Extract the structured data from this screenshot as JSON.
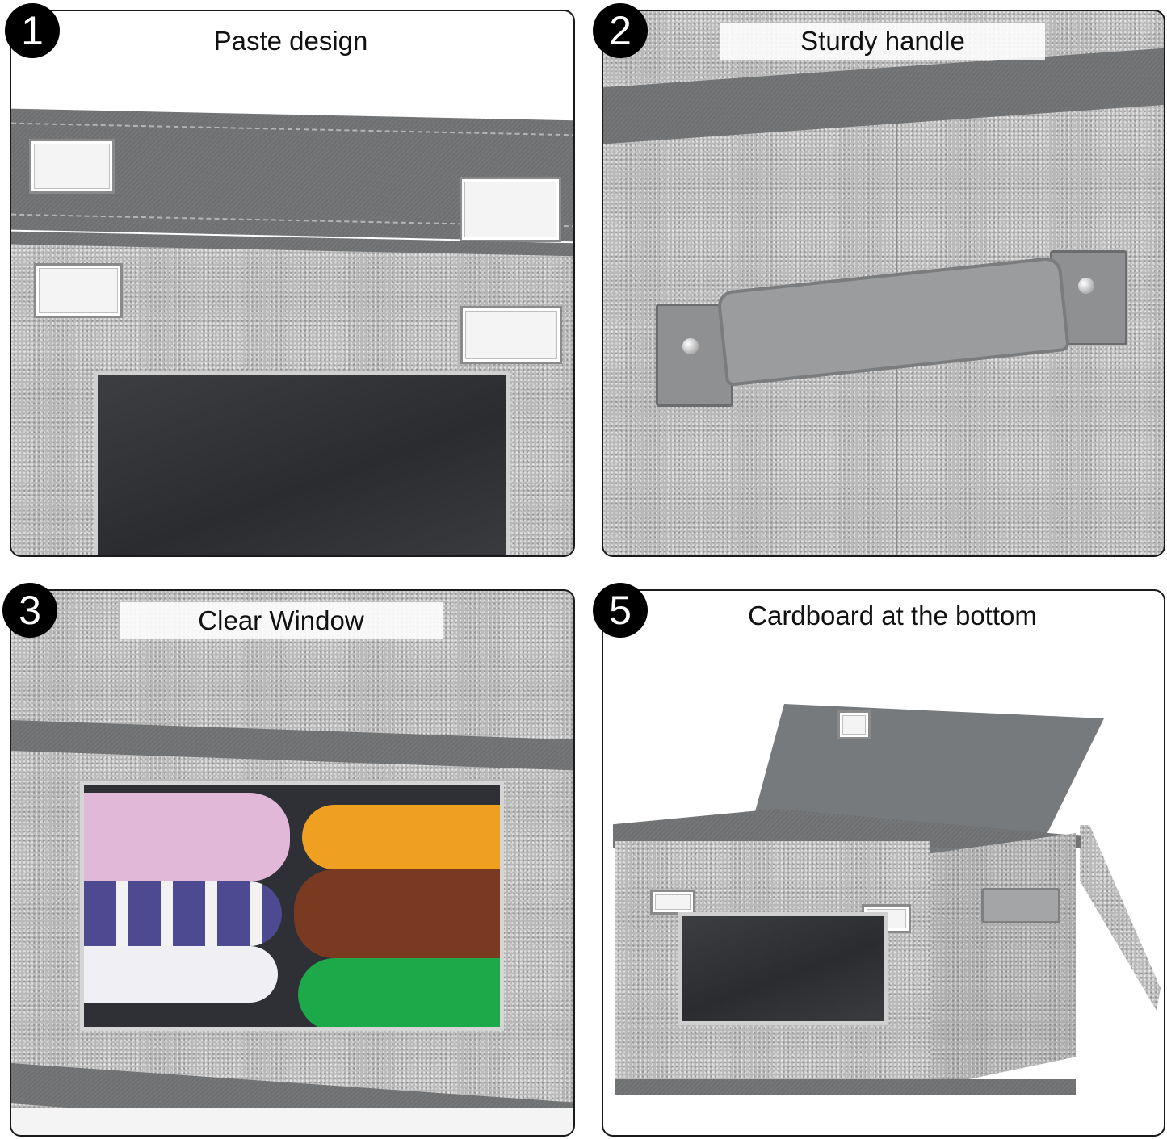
{
  "panels": [
    {
      "number": "1",
      "caption": "Paste design"
    },
    {
      "number": "2",
      "caption": "Sturdy handle"
    },
    {
      "number": "3",
      "caption": "Clear Window"
    },
    {
      "number": "5",
      "caption": "Cardboard at the bottom"
    }
  ],
  "colors": {
    "badge": "#000000",
    "fabric": "#b9b9b9",
    "trim": "#6d6f70",
    "border": "#1a1a1a"
  }
}
